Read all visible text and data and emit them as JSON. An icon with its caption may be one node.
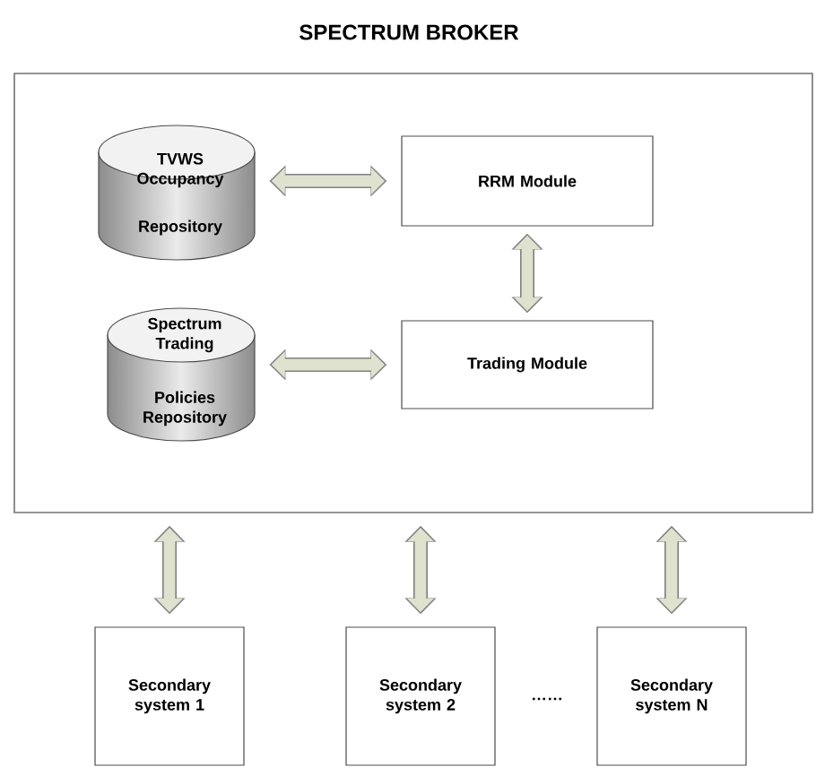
{
  "diagram": {
    "nodes": [
      {
        "text": [
          "SPECTRUM BROKER"
        ]
      },
      {
        "text": [
          "TVWS Occupancy",
          "Repository"
        ],
        "in": 0
      },
      {
        "text": [
          "RRM Module"
        ],
        "in": 0
      },
      {
        "text": [
          "Spectrum Trading",
          "Policies Repository"
        ],
        "in": 0
      },
      {
        "text": [
          "Trading Module"
        ],
        "in": 0
      },
      {
        "text": [
          "Secondary system 1"
        ]
      },
      {
        "text": [
          "Secondary system 2"
        ]
      },
      {
        "text": [
          "Secondary system N"
        ]
      }
    ],
    "edges": [
      {
        "from": 1,
        "to": 2,
        "arrow": "both"
      },
      {
        "from": 2,
        "to": 4,
        "arrow": "both"
      },
      {
        "from": 3,
        "to": 4,
        "arrow": "both"
      },
      {
        "from": 0,
        "to": 5,
        "arrow": "both"
      },
      {
        "from": 0,
        "to": 6,
        "arrow": "both"
      },
      {
        "from": 0,
        "to": 7,
        "arrow": "both"
      }
    ],
    "labels": [
      "……"
    ]
  }
}
